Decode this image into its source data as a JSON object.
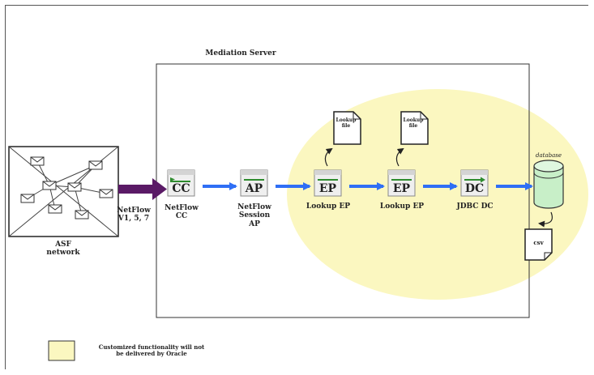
{
  "mediation_server": {
    "title": "Mediation Server"
  },
  "network": {
    "label_line1": "ASF",
    "label_line2": "network"
  },
  "input_flow": {
    "line1": "NetFlow",
    "line2": "V1, 5, 7"
  },
  "nodes": [
    {
      "code": "CC",
      "label_lines": [
        "NetFlow",
        "CC"
      ],
      "accent": "#2e8b2e"
    },
    {
      "code": "AP",
      "label_lines": [
        "NetFlow",
        "Session",
        "AP"
      ],
      "accent": "#2e8b2e"
    },
    {
      "code": "EP",
      "label_lines": [
        "Lookup EP"
      ],
      "accent": "#2e8b2e"
    },
    {
      "code": "EP",
      "label_lines": [
        "Lookup EP"
      ],
      "accent": "#2e8b2e"
    },
    {
      "code": "DC",
      "label_lines": [
        "JDBC DC"
      ],
      "accent": "#2e8b2e"
    }
  ],
  "lookup_files": [
    {
      "line1": "Lookup",
      "line2": "file"
    },
    {
      "line1": "Lookup",
      "line2": "file"
    }
  ],
  "database": {
    "label": "database"
  },
  "csv": {
    "label": "csv"
  },
  "legend": {
    "line1": "Customized functionality will not",
    "line2": "be delivered by Oracle"
  },
  "colors": {
    "highlight": "#fbf7c0",
    "flow_arrow": "#2f6ff5",
    "input_arrow": "#5a1a66",
    "database": "#c8efc8"
  }
}
